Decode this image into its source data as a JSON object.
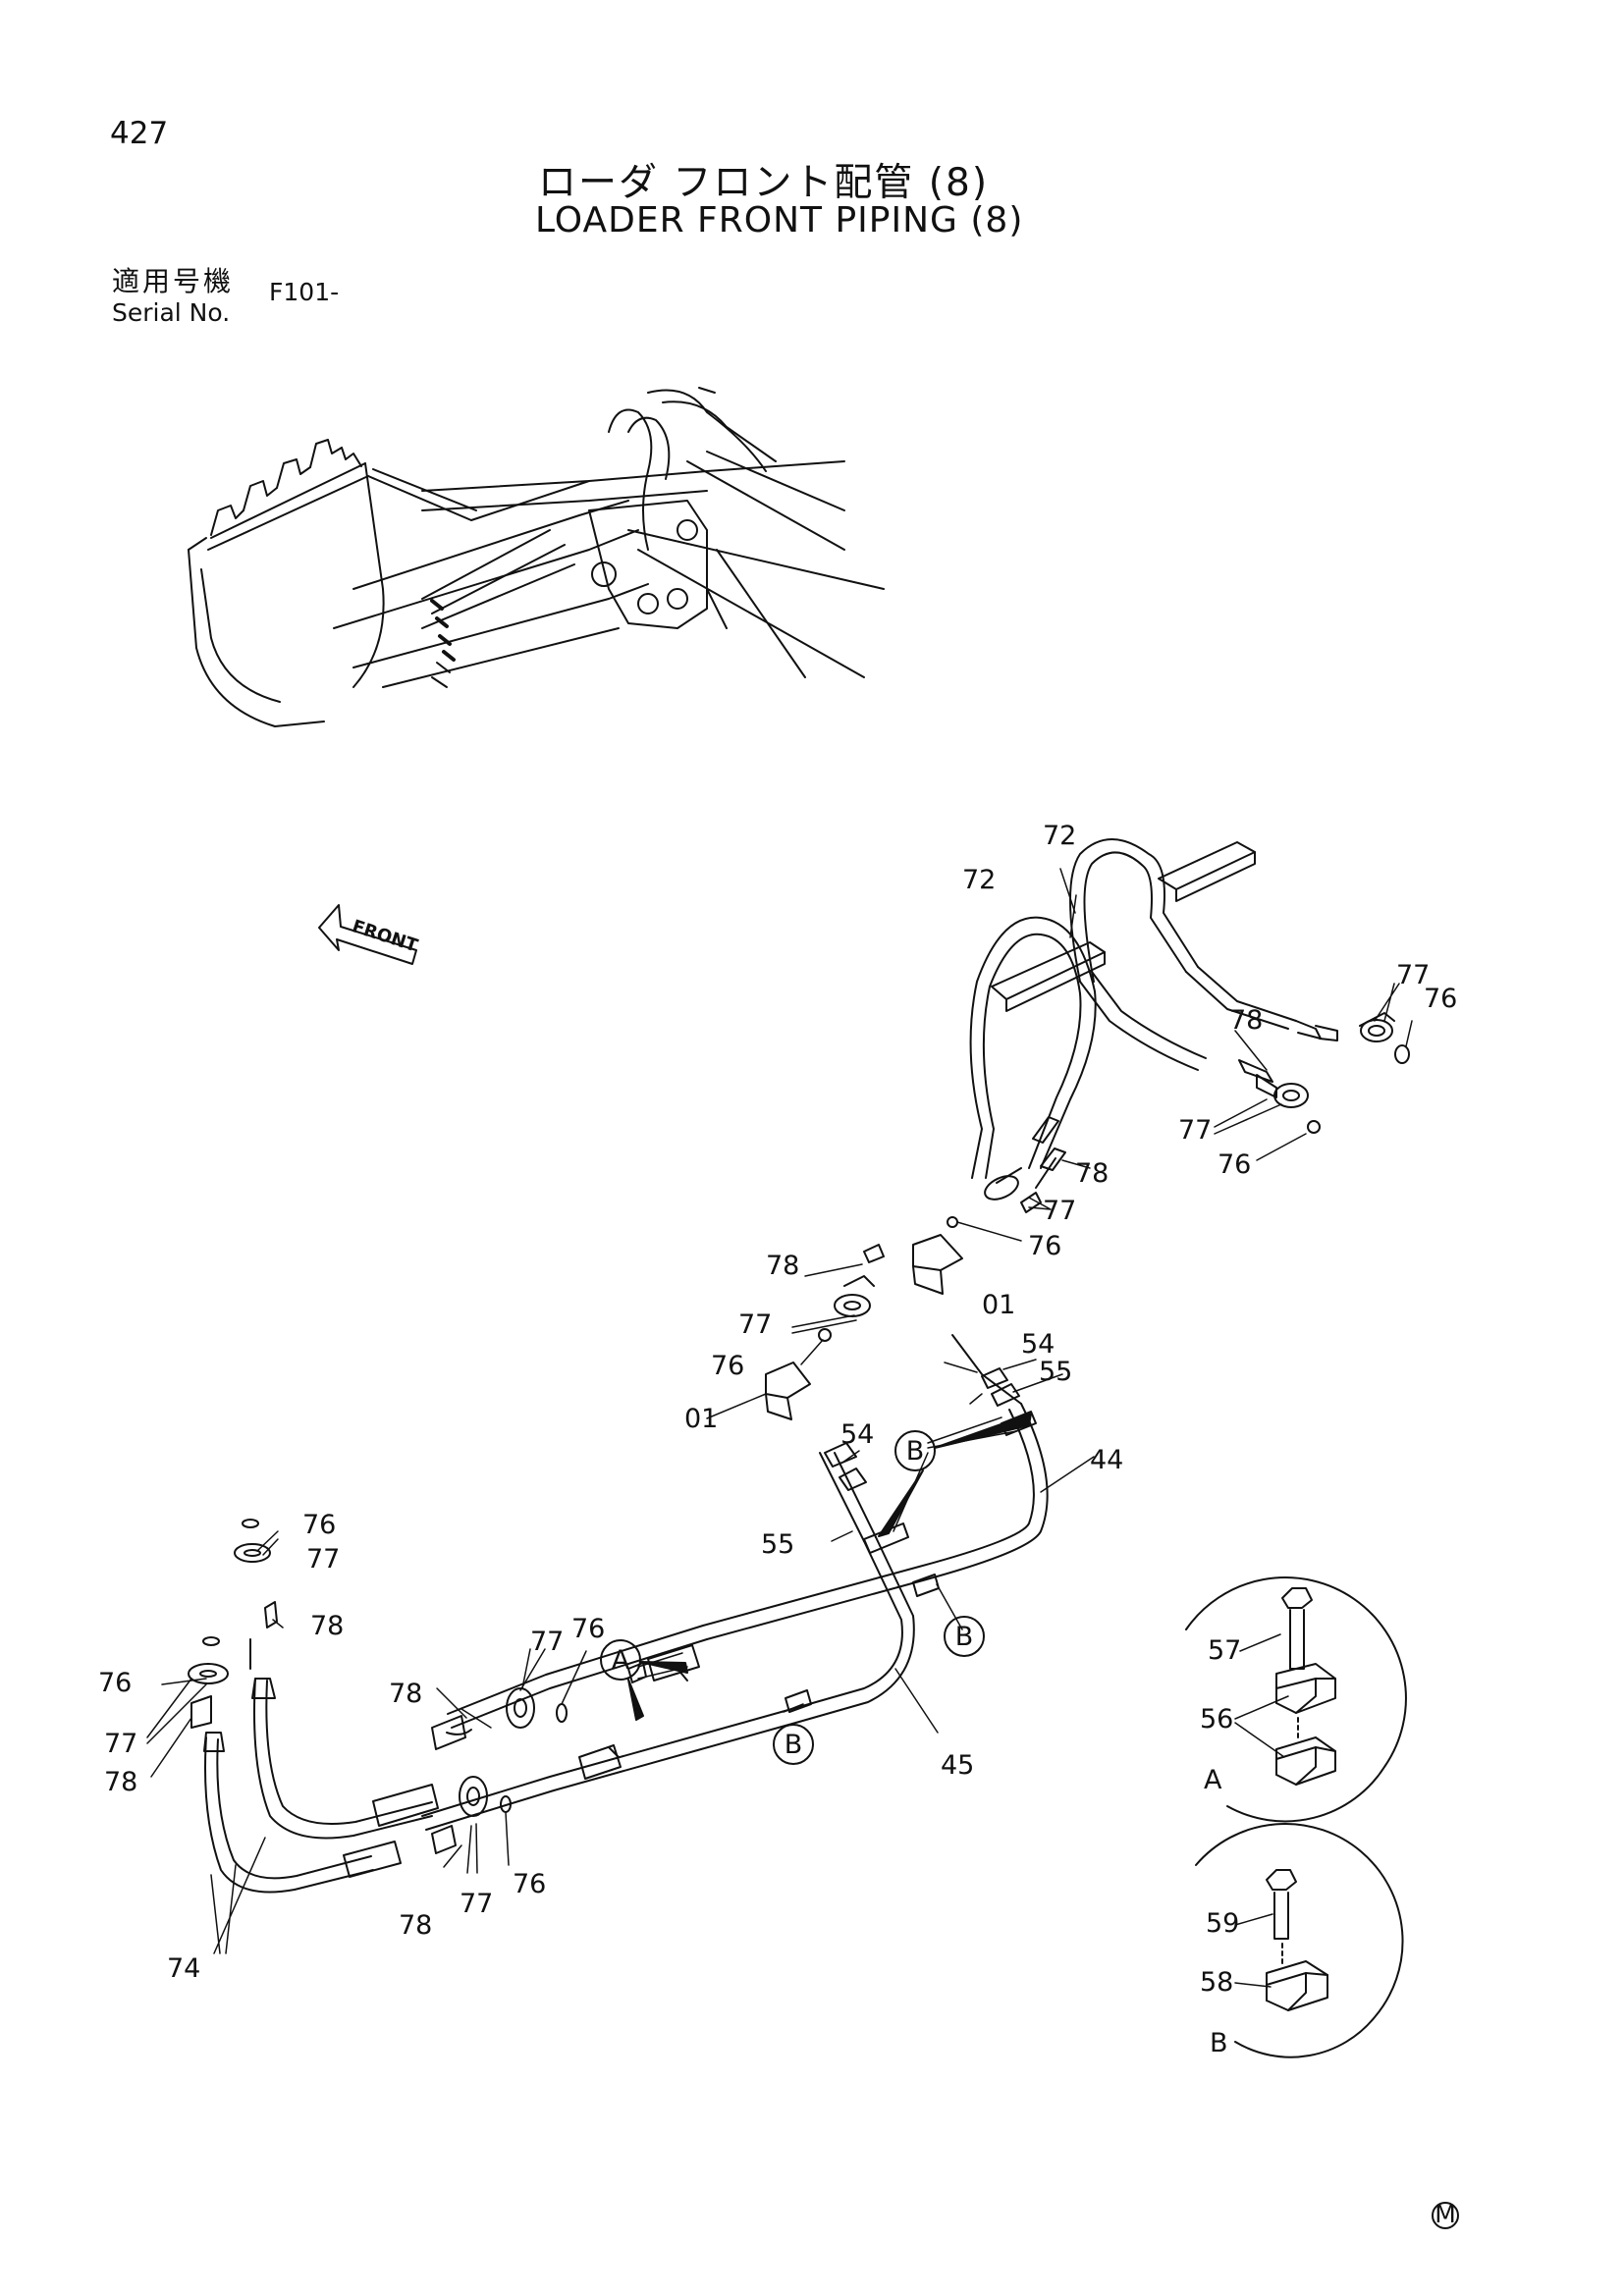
{
  "header": {
    "page_number": "427",
    "title_jp": "ローダ フロント配管 (8)",
    "title_en": "LOADER FRONT PIPING (8)",
    "serial_label_jp": "適用号機",
    "serial_label_en": "Serial No.",
    "serial_value": "F101-"
  },
  "overview": {
    "front_arrow_label": "FRONT"
  },
  "callouts": {
    "c72a": "72",
    "c72b": "72",
    "c77a": "77",
    "c76a": "76",
    "c78a": "78",
    "c77b": "77",
    "c76b": "76",
    "c78b": "78",
    "c77c": "77",
    "c76c": "76",
    "c01a": "01",
    "c54a": "54",
    "c55a": "55",
    "c78c": "78",
    "c77d": "77",
    "c76d": "76",
    "c01b": "01",
    "c54b": "54",
    "c55b": "55",
    "c44": "44",
    "cBa": "B",
    "cBb": "B",
    "cBc": "B",
    "cAa": "A",
    "c45": "45",
    "c76e": "76",
    "c77e": "77",
    "c78d": "78",
    "c76f": "76",
    "c77f": "77",
    "c78e": "78",
    "c74": "74",
    "c77g": "77",
    "c76g": "76",
    "c78f": "78",
    "c78g": "78",
    "c77h": "77",
    "c76h": "76"
  },
  "detail_a": {
    "label": "A",
    "bolt": "57",
    "clamp": "56"
  },
  "detail_b": {
    "label": "B",
    "bolt": "59",
    "clamp": "58"
  },
  "footer": {
    "mark": "M"
  }
}
